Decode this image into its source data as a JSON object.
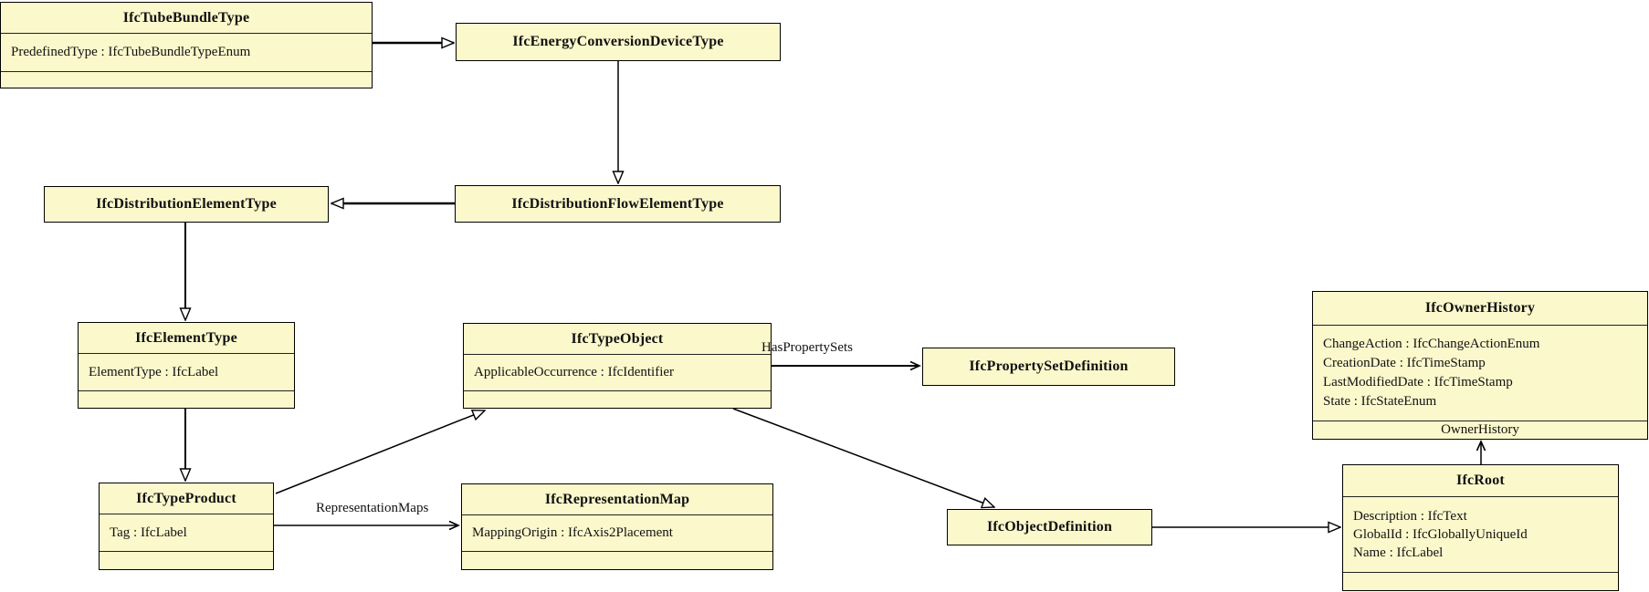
{
  "diagram_type": "UML class diagram",
  "classes": {
    "tube_bundle_type": {
      "title": "IfcTubeBundleType",
      "attributes": [
        "PredefinedType : IfcTubeBundleTypeEnum"
      ]
    },
    "energy_conversion_device_type": {
      "title": "IfcEnergyConversionDeviceType"
    },
    "distribution_element_type": {
      "title": "IfcDistributionElementType"
    },
    "distribution_flow_element_type": {
      "title": "IfcDistributionFlowElementType"
    },
    "element_type": {
      "title": "IfcElementType",
      "attributes": [
        "ElementType : IfcLabel"
      ]
    },
    "type_object": {
      "title": "IfcTypeObject",
      "attributes": [
        "ApplicableOccurrence : IfcIdentifier"
      ]
    },
    "property_set_definition": {
      "title": "IfcPropertySetDefinition"
    },
    "owner_history": {
      "title": "IfcOwnerHistory",
      "attributes": [
        "ChangeAction : IfcChangeActionEnum",
        "CreationDate : IfcTimeStamp",
        "LastModifiedDate : IfcTimeStamp",
        "State : IfcStateEnum"
      ]
    },
    "type_product": {
      "title": "IfcTypeProduct",
      "attributes": [
        "Tag : IfcLabel"
      ]
    },
    "representation_map": {
      "title": "IfcRepresentationMap",
      "attributes": [
        "MappingOrigin : IfcAxis2Placement"
      ]
    },
    "object_definition": {
      "title": "IfcObjectDefinition"
    },
    "root": {
      "title": "IfcRoot",
      "attributes": [
        "Description : IfcText",
        "GlobalId : IfcGloballyUniqueId",
        "Name : IfcLabel"
      ]
    }
  },
  "edge_labels": {
    "has_property_sets": "HasPropertySets",
    "representation_maps": "RepresentationMaps",
    "owner_history": "OwnerHistory"
  },
  "colors": {
    "box_fill": "#fbf8cc",
    "box_border": "#000000",
    "line": "#000000"
  }
}
